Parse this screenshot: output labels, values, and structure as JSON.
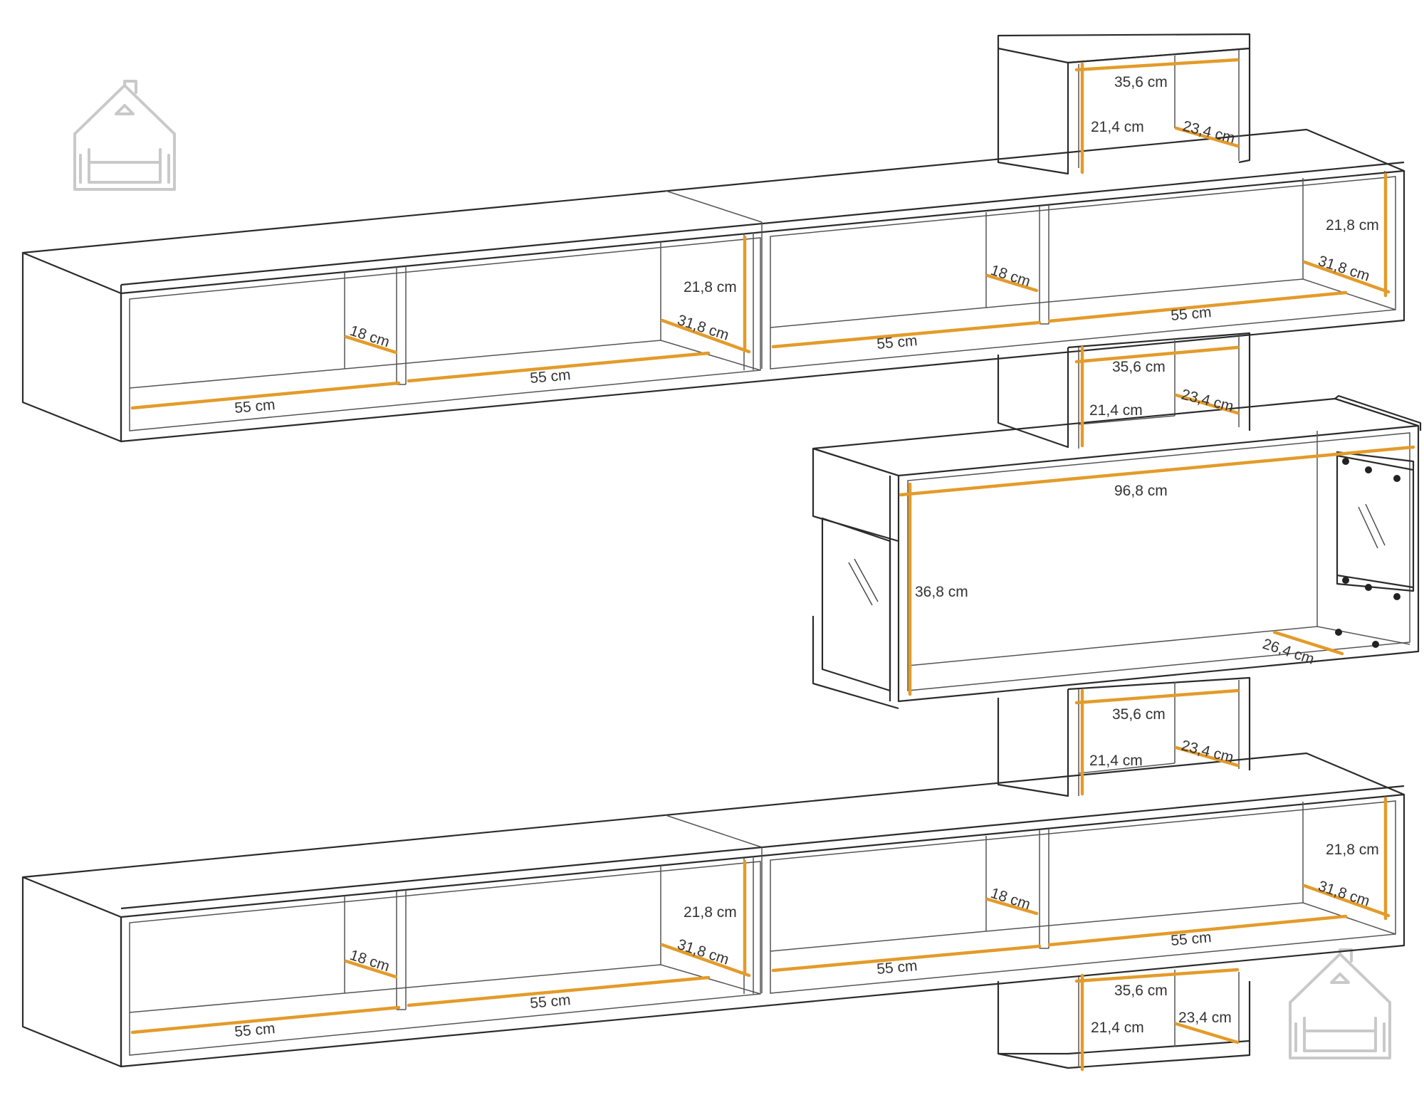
{
  "colors": {
    "dimension_line": "#e39b2a",
    "outline": "#2b2b2b",
    "logo": "#c9c9c9"
  },
  "icons": [
    "house-sofa-logo-icon"
  ],
  "labels": {
    "w55": "55 cm",
    "w18": "18 cm",
    "h218": "21,8 cm",
    "d318": "31,8 cm",
    "w356": "35,6 cm",
    "h214": "21,4 cm",
    "d234": "23,4 cm",
    "w968": "96,8 cm",
    "h368": "36,8 cm",
    "d264": "26,4 cm"
  }
}
